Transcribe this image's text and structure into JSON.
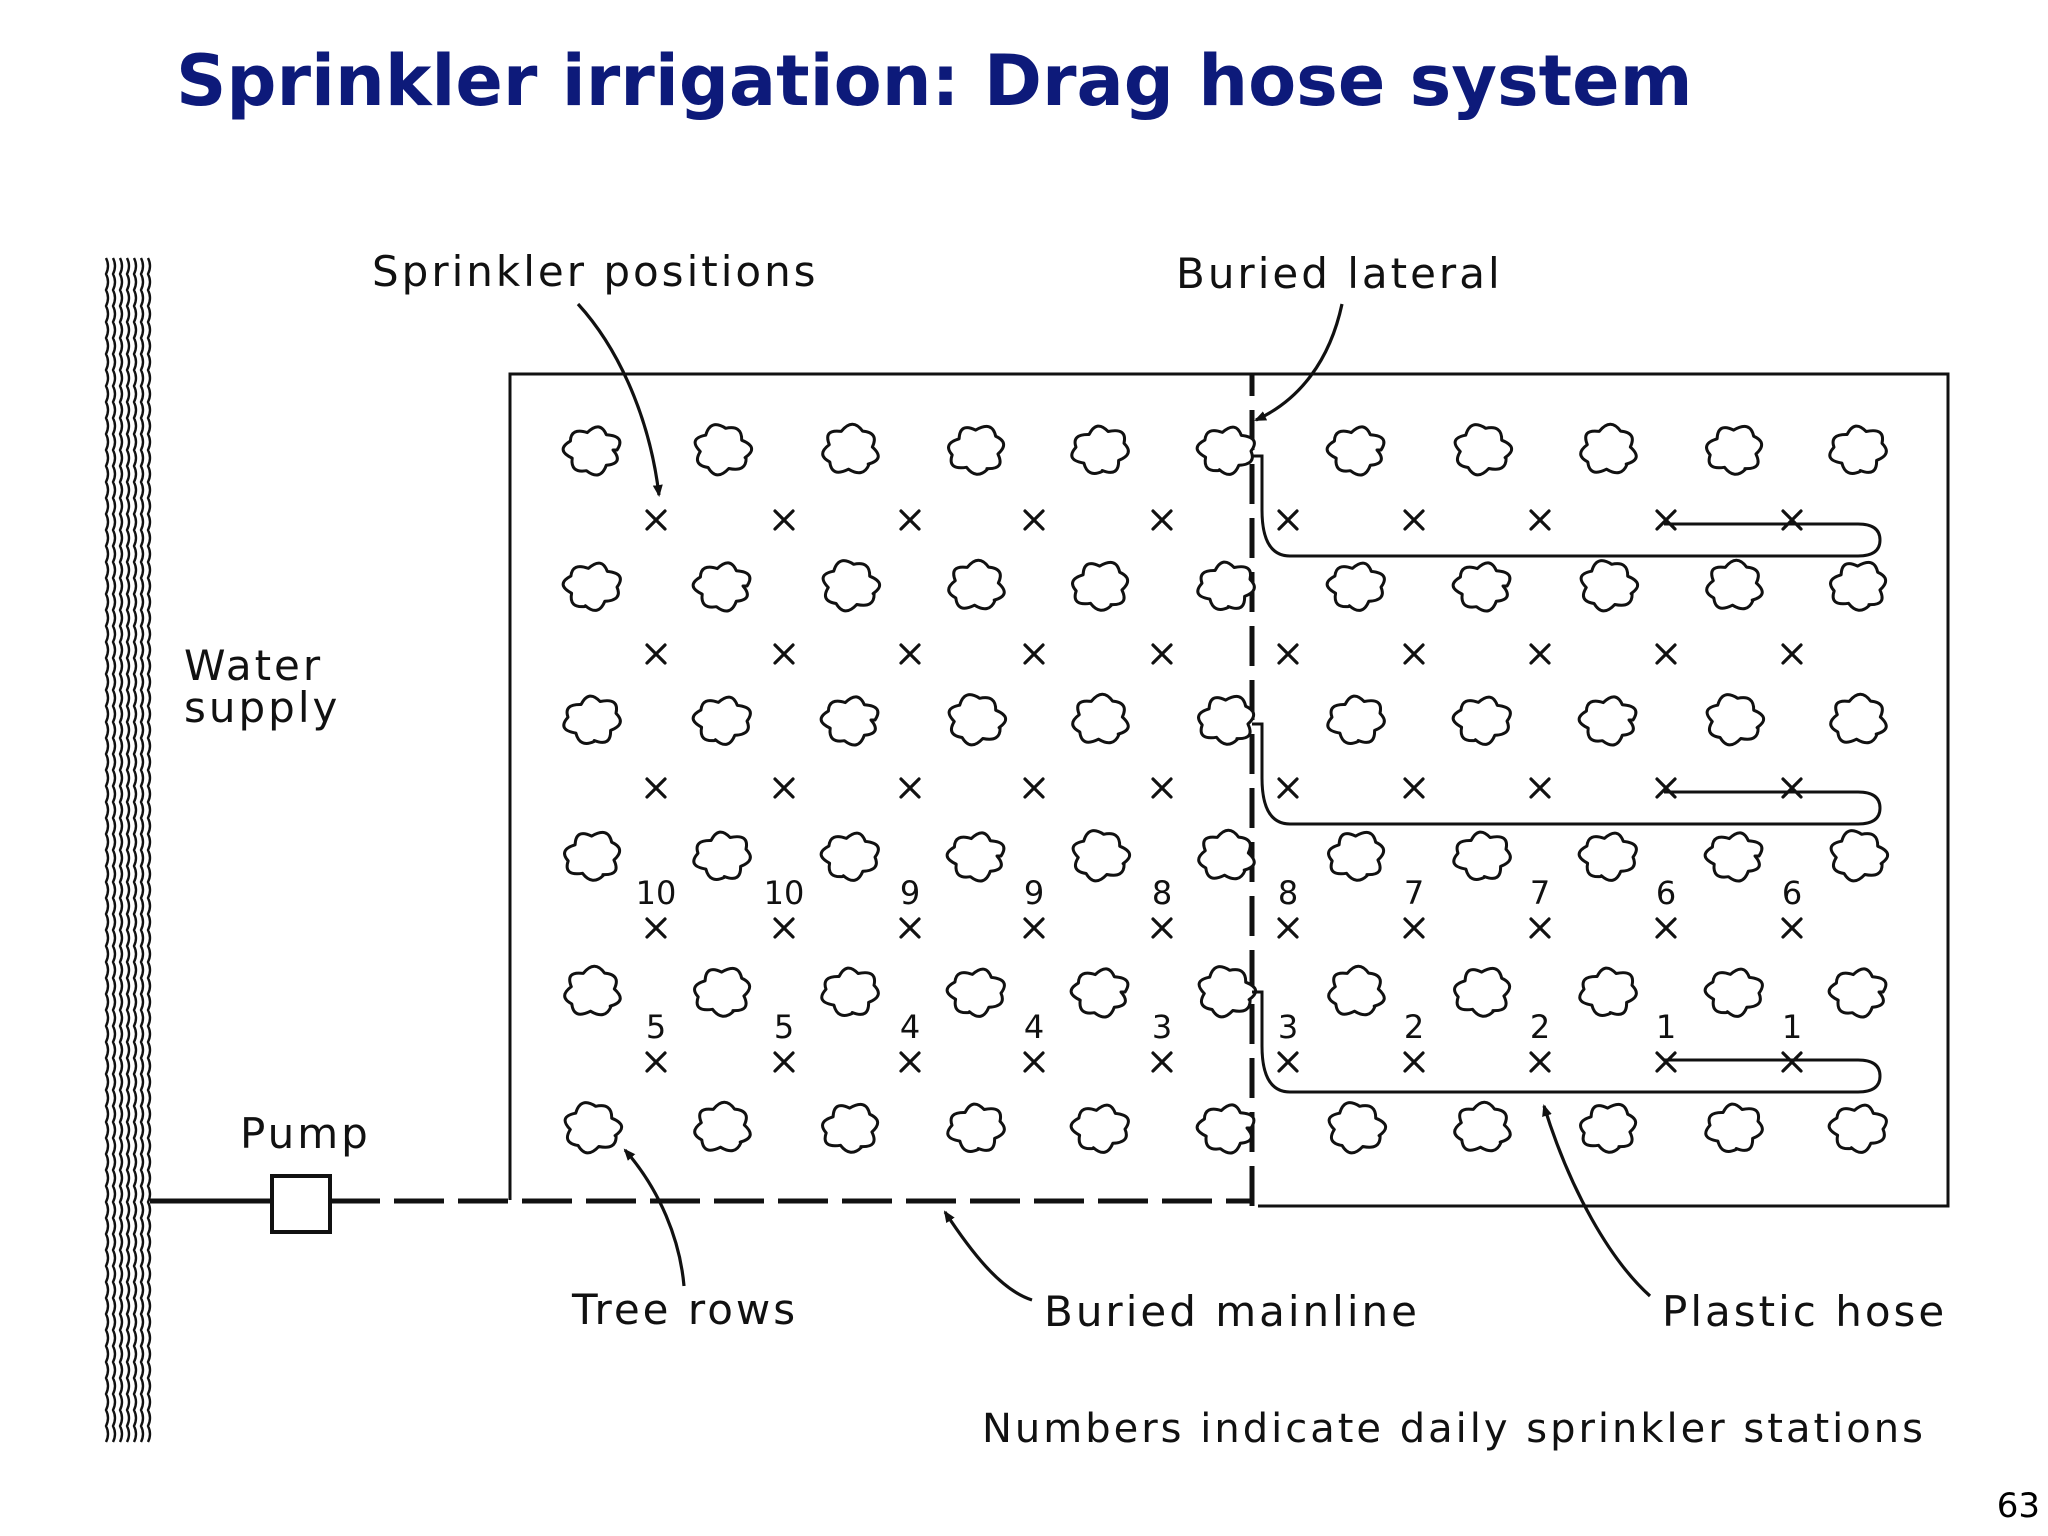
{
  "slide": {
    "title": "Sprinkler irrigation: Drag hose system",
    "page_number": "63"
  },
  "diagram": {
    "labels": {
      "sprinkler_positions": "Sprinkler positions",
      "buried_lateral": "Buried lateral",
      "water_supply_line1": "Water",
      "water_supply_line2": "supply",
      "pump": "Pump",
      "tree_rows": "Tree rows",
      "buried_mainline": "Buried mainline",
      "plastic_hose": "Plastic hose"
    },
    "caption": "Numbers indicate daily sprinkler stations",
    "station_numbers": {
      "row4": [
        "10",
        "10",
        "9",
        "9",
        "8",
        "8",
        "7",
        "7",
        "6",
        "6"
      ],
      "row5": [
        "5",
        "5",
        "4",
        "4",
        "3",
        "3",
        "2",
        "2",
        "1",
        "1"
      ]
    }
  }
}
